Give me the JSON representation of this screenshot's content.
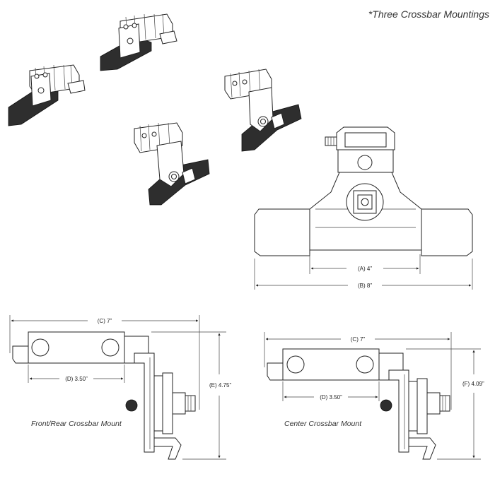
{
  "title": "*Three Crossbar Mountings",
  "top_view": {
    "dim_a": "(A) 4”",
    "dim_b": "(B) 8”"
  },
  "front_rear": {
    "caption": "Front/Rear Crossbar Mount",
    "dim_c": "(C) 7”",
    "dim_d": "(D) 3.50”",
    "dim_e": "(E) 4.75”"
  },
  "center": {
    "caption": "Center Crossbar Mount",
    "dim_c": "(C) 7”",
    "dim_d": "(D) 3.50”",
    "dim_f": "(F) 4.09”"
  }
}
